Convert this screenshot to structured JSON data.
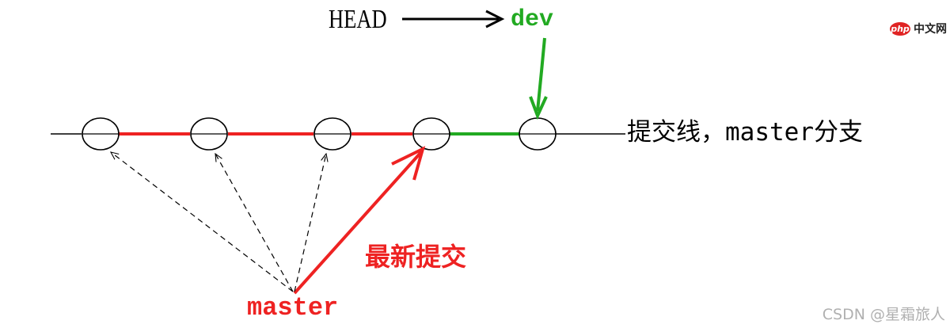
{
  "labels": {
    "head": "HEAD",
    "dev": "dev",
    "trunk": "提交线，master分支",
    "latest_commit": "最新提交",
    "master": "master"
  },
  "watermarks": {
    "top_badge": "php",
    "top_site": "中文网",
    "bottom": "CSDN @星霜旅人"
  },
  "colors": {
    "master": "#ee2222",
    "dev": "#22aa22",
    "line": "#000000"
  }
}
